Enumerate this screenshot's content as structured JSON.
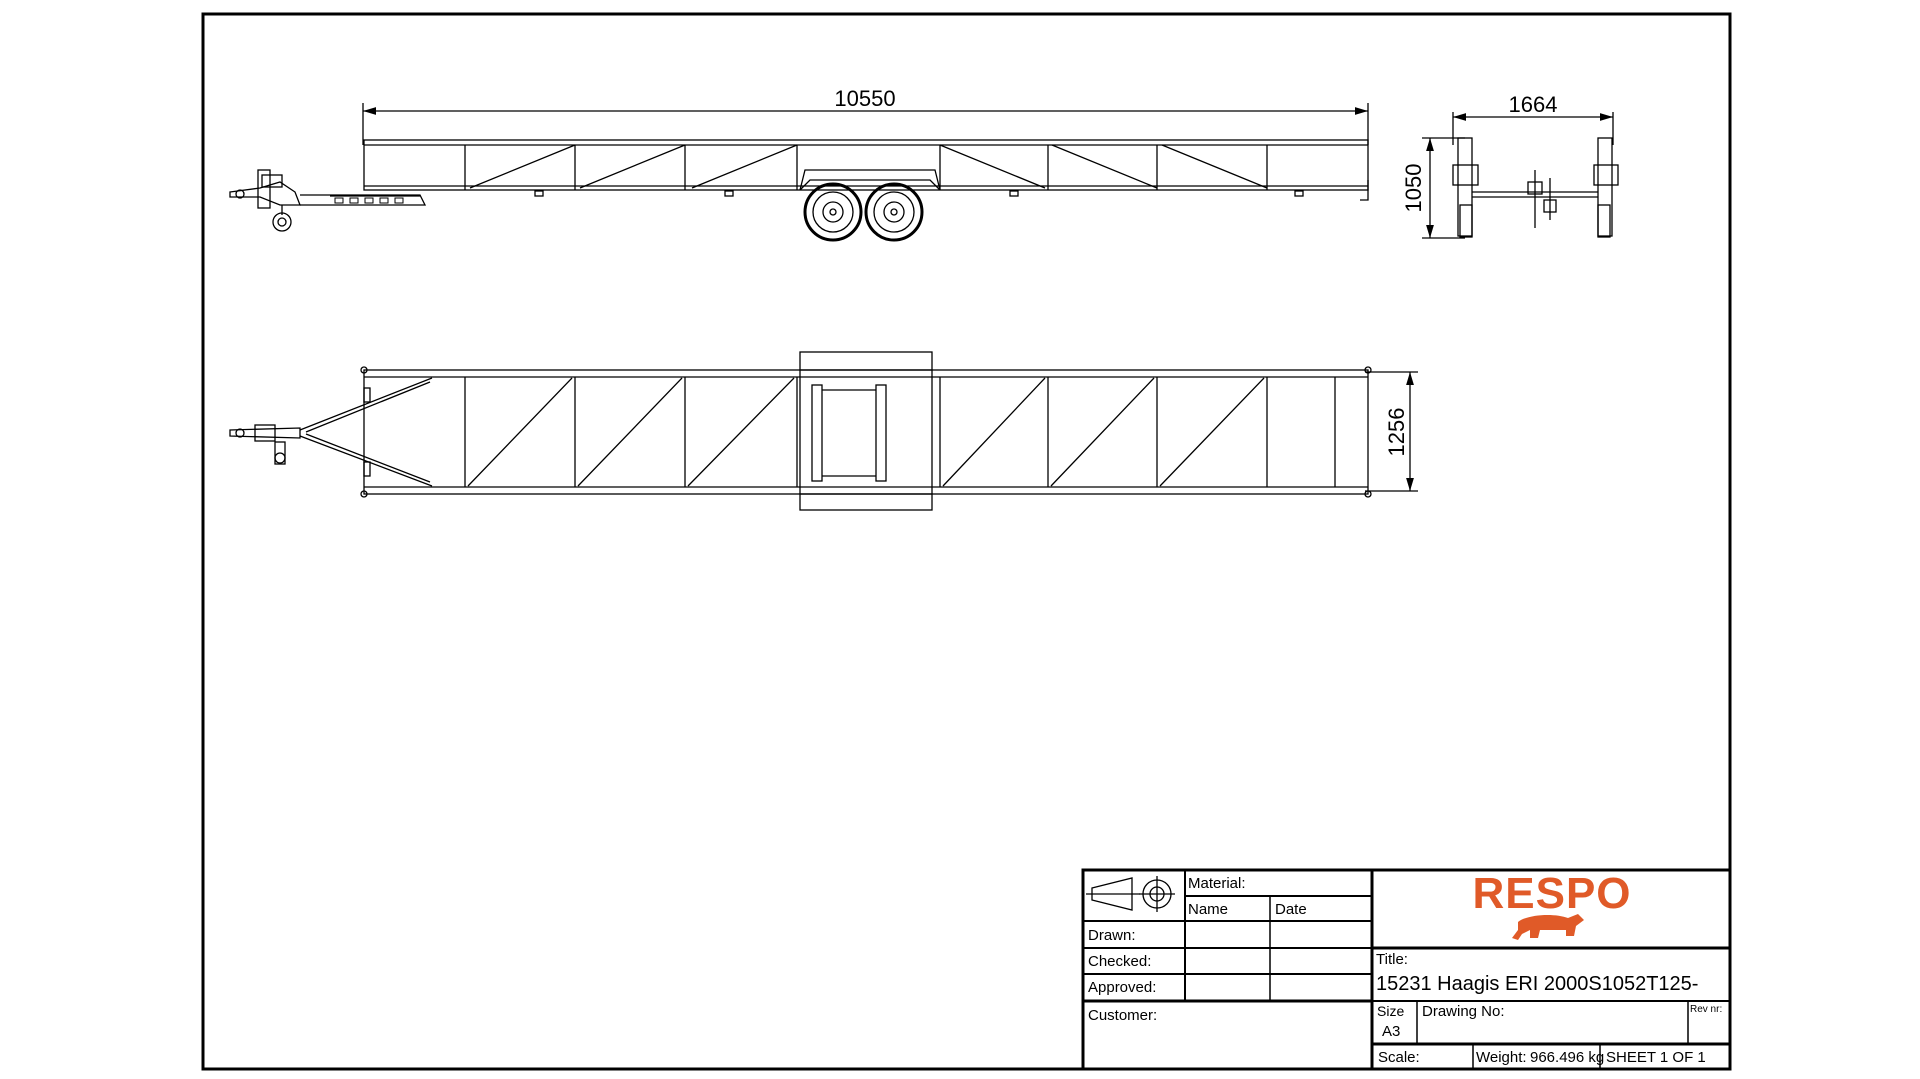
{
  "dimensions": {
    "side_length": "10550",
    "end_width": "1664",
    "end_height": "1050",
    "top_width": "1256"
  },
  "title_block": {
    "material_label": "Material:",
    "name_header": "Name",
    "date_header": "Date",
    "drawn_label": "Drawn:",
    "checked_label": "Checked:",
    "approved_label": "Approved:",
    "customer_label": "Customer:",
    "title_label": "Title:",
    "title_value": "15231 Haagis ERI 2000S1052T125-",
    "size_label": "Size",
    "size_value": "A3",
    "drawing_no_label": "Drawing No:",
    "rev_label": "Rev nr:",
    "scale_label": "Scale:",
    "weight_label": "Weight:",
    "weight_value": "966.496 kg",
    "sheet_label": "SHEET 1 OF 1"
  },
  "logo": {
    "text": "RESPO",
    "color": "#e05a28",
    "icon": "bull-icon"
  },
  "colors": {
    "line": "#000000",
    "paper": "#ffffff",
    "brand": "#e05a28"
  }
}
